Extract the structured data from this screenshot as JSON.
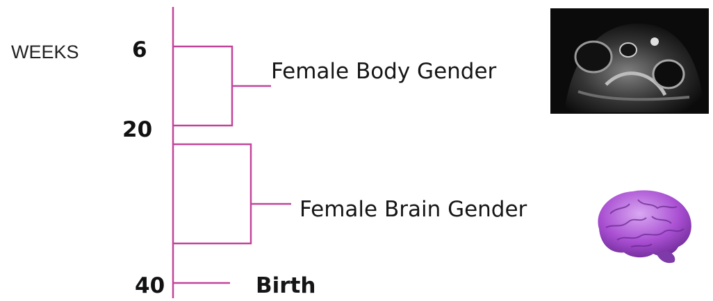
{
  "axis": {
    "unit_label": "WEEKS"
  },
  "ticks": {
    "w6": "6",
    "w20": "20",
    "w40": "40"
  },
  "stages": {
    "body": "Female Body Gender",
    "brain": "Female Brain Gender",
    "birth": "Birth"
  },
  "colors": {
    "line": "#c2449a",
    "brain": "#a94fd2",
    "ultrasound_bg": "#0b0b0b"
  },
  "images": {
    "ultrasound": "ultrasound-image",
    "brain": "brain-icon"
  }
}
